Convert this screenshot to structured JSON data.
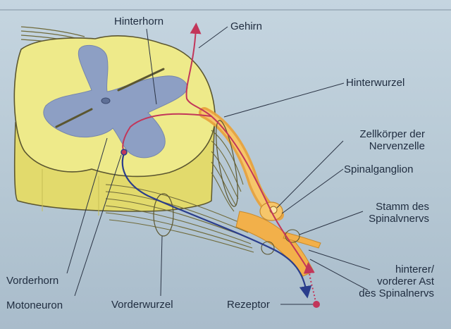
{
  "labels": {
    "hinterhorn": "Hinterhorn",
    "gehirn": "Gehirn",
    "hinterwurzel": "Hinterwurzel",
    "zellkoerper_line1": "Zellkörper der",
    "zellkoerper_line2": "Nervenzelle",
    "spinalganglion": "Spinalganglion",
    "stamm_line1": "Stamm des",
    "stamm_line2": "Spinalvnervs",
    "ast_line1": "hinterer/",
    "ast_line2": "vorderer Ast",
    "ast_line3": "des Spinalnervs",
    "vorderhorn": "Vorderhorn",
    "motoneuron": "Motoneuron",
    "vorderwurzel": "Vorderwurzel",
    "rezeptor": "Rezeptor"
  },
  "colors": {
    "background": "#bccdd8",
    "cord_yellow": "#eeea8a",
    "cord_shadow": "#d9d36a",
    "grey_matter": "#8d9fc4",
    "nerve_orange": "#f2b04a",
    "sensory_pathway": "#c2365a",
    "motor_pathway": "#2a3d8c",
    "leader_lines": "#2b3445"
  }
}
